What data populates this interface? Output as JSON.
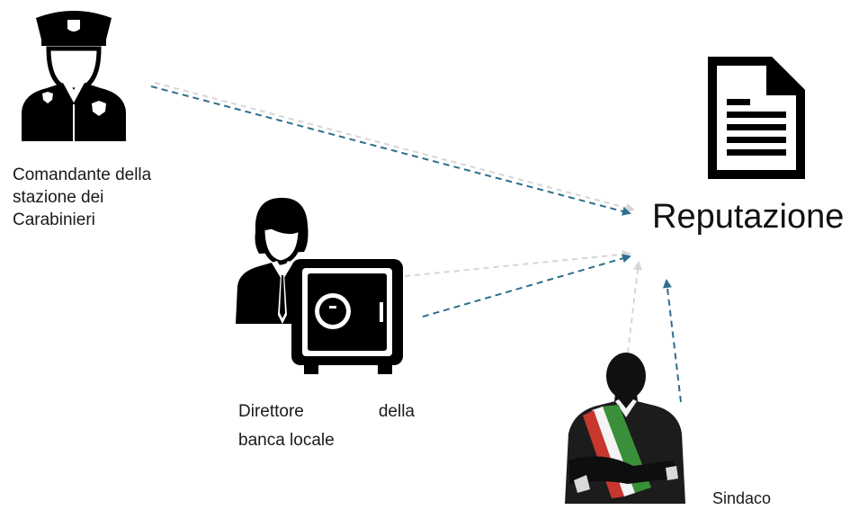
{
  "nodes": {
    "comandante": {
      "label_lines": [
        "Comandante della",
        "stazione dei",
        "Carabinieri"
      ],
      "icon": "police-officer-icon"
    },
    "direttore": {
      "label_words": [
        "Direttore",
        "della"
      ],
      "label_line2": "banca locale",
      "icon": "bank-director-safe-icon"
    },
    "sindaco": {
      "label": "Sindaco",
      "icon": "mayor-sash-icon"
    },
    "reputazione": {
      "label": "Reputazione",
      "icon": "document-icon"
    }
  },
  "colors": {
    "icon": "#000000",
    "arrow_blue": "#2e6e8e",
    "arrow_grey": "#d6d6d6",
    "sash_green": "#3a8f3a",
    "sash_red": "#c8372d"
  }
}
